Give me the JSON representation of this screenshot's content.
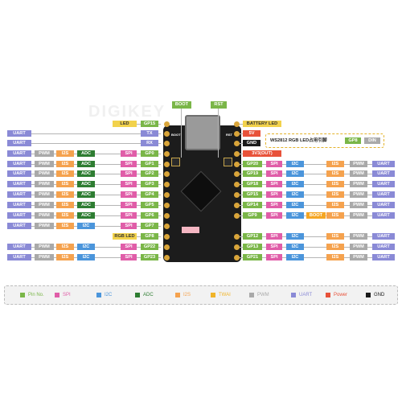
{
  "colors": {
    "UART": "#8a8ad6",
    "PWM": "#a9a9a9",
    "I2S": "#f5a24e",
    "ADC": "#2e7d32",
    "SPI": "#e05da8",
    "I2C": "#4b95db",
    "GP": "#7ab648",
    "LED": "#f2d24c",
    "Power": "#e8523a",
    "GND": "#1a1a1a",
    "BOOT": "#f5a623",
    "RST": "#2b2b2b",
    "TWAI": "#f0b429"
  },
  "top_buttons": [
    {
      "text": "BOOT",
      "kind": "GP"
    },
    {
      "text": "RST",
      "kind": "GP"
    }
  ],
  "board_text": {
    "boot": "BOOT",
    "rst": "RST"
  },
  "left_rows": [
    [
      {
        "t": "LED",
        "k": "LED"
      },
      {
        "t": "GP15",
        "k": "GP"
      }
    ],
    [
      {
        "t": "UART",
        "k": "UART"
      },
      {
        "t": "TX",
        "k": "UART"
      }
    ],
    [
      {
        "t": "UART",
        "k": "UART"
      },
      {
        "t": "RX",
        "k": "UART"
      }
    ],
    [
      {
        "t": "UART",
        "k": "UART"
      },
      {
        "t": "PWM",
        "k": "PWM"
      },
      {
        "t": "I2S",
        "k": "I2S"
      },
      {
        "t": "ADC",
        "k": "ADC"
      },
      {
        "t": "SPI",
        "k": "SPI"
      },
      {
        "t": "GP0",
        "k": "GP"
      }
    ],
    [
      {
        "t": "UART",
        "k": "UART"
      },
      {
        "t": "PWM",
        "k": "PWM"
      },
      {
        "t": "I2S",
        "k": "I2S"
      },
      {
        "t": "ADC",
        "k": "ADC"
      },
      {
        "t": "SPI",
        "k": "SPI"
      },
      {
        "t": "GP1",
        "k": "GP"
      }
    ],
    [
      {
        "t": "UART",
        "k": "UART"
      },
      {
        "t": "PWM",
        "k": "PWM"
      },
      {
        "t": "I2S",
        "k": "I2S"
      },
      {
        "t": "ADC",
        "k": "ADC"
      },
      {
        "t": "SPI",
        "k": "SPI"
      },
      {
        "t": "GP2",
        "k": "GP"
      }
    ],
    [
      {
        "t": "UART",
        "k": "UART"
      },
      {
        "t": "PWM",
        "k": "PWM"
      },
      {
        "t": "I2S",
        "k": "I2S"
      },
      {
        "t": "ADC",
        "k": "ADC"
      },
      {
        "t": "SPI",
        "k": "SPI"
      },
      {
        "t": "GP3",
        "k": "GP"
      }
    ],
    [
      {
        "t": "UART",
        "k": "UART"
      },
      {
        "t": "PWM",
        "k": "PWM"
      },
      {
        "t": "I2S",
        "k": "I2S"
      },
      {
        "t": "ADC",
        "k": "ADC"
      },
      {
        "t": "SPI",
        "k": "SPI"
      },
      {
        "t": "GP4",
        "k": "GP"
      }
    ],
    [
      {
        "t": "UART",
        "k": "UART"
      },
      {
        "t": "PWM",
        "k": "PWM"
      },
      {
        "t": "I2S",
        "k": "I2S"
      },
      {
        "t": "ADC",
        "k": "ADC"
      },
      {
        "t": "SPI",
        "k": "SPI"
      },
      {
        "t": "GP5",
        "k": "GP"
      }
    ],
    [
      {
        "t": "UART",
        "k": "UART"
      },
      {
        "t": "PWM",
        "k": "PWM"
      },
      {
        "t": "I2S",
        "k": "I2S"
      },
      {
        "t": "ADC",
        "k": "ADC"
      },
      {
        "t": "SPI",
        "k": "SPI"
      },
      {
        "t": "GP6",
        "k": "GP"
      }
    ],
    [
      {
        "t": "UART",
        "k": "UART"
      },
      {
        "t": "PWM",
        "k": "PWM"
      },
      {
        "t": "I2S",
        "k": "I2S"
      },
      {
        "t": "I2C",
        "k": "I2C"
      },
      {
        "t": "SPI",
        "k": "SPI"
      },
      {
        "t": "GP7",
        "k": "GP"
      }
    ],
    [
      {
        "t": "RGB LED",
        "k": "LED"
      },
      {
        "t": "GP8",
        "k": "GP"
      }
    ],
    [
      {
        "t": "UART",
        "k": "UART"
      },
      {
        "t": "PWM",
        "k": "PWM"
      },
      {
        "t": "I2S",
        "k": "I2S"
      },
      {
        "t": "I2C",
        "k": "I2C"
      },
      {
        "t": "SPI",
        "k": "SPI"
      },
      {
        "t": "GP22",
        "k": "GP"
      }
    ],
    [
      {
        "t": "UART",
        "k": "UART"
      },
      {
        "t": "PWM",
        "k": "PWM"
      },
      {
        "t": "I2S",
        "k": "I2S"
      },
      {
        "t": "I2C",
        "k": "I2C"
      },
      {
        "t": "SPI",
        "k": "SPI"
      },
      {
        "t": "GP23",
        "k": "GP"
      }
    ]
  ],
  "right_rows": [
    [
      {
        "t": "BATTERY LED",
        "k": "LED"
      }
    ],
    [
      {
        "t": "5V",
        "k": "Power"
      }
    ],
    [
      {
        "t": "GND",
        "k": "GND"
      }
    ],
    [
      {
        "t": "3V3(OUT)",
        "k": "Power"
      }
    ],
    [
      {
        "t": "GP20",
        "k": "GP"
      },
      {
        "t": "SPI",
        "k": "SPI"
      },
      {
        "t": "I2C",
        "k": "I2C"
      },
      {
        "t": "I2S",
        "k": "I2S"
      },
      {
        "t": "PWM",
        "k": "PWM"
      },
      {
        "t": "UART",
        "k": "UART"
      }
    ],
    [
      {
        "t": "GP19",
        "k": "GP"
      },
      {
        "t": "SPI",
        "k": "SPI"
      },
      {
        "t": "I2C",
        "k": "I2C"
      },
      {
        "t": "I2S",
        "k": "I2S"
      },
      {
        "t": "PWM",
        "k": "PWM"
      },
      {
        "t": "UART",
        "k": "UART"
      }
    ],
    [
      {
        "t": "GP18",
        "k": "GP"
      },
      {
        "t": "SPI",
        "k": "SPI"
      },
      {
        "t": "I2C",
        "k": "I2C"
      },
      {
        "t": "I2S",
        "k": "I2S"
      },
      {
        "t": "PWM",
        "k": "PWM"
      },
      {
        "t": "UART",
        "k": "UART"
      }
    ],
    [
      {
        "t": "GP15",
        "k": "GP"
      },
      {
        "t": "SPI",
        "k": "SPI"
      },
      {
        "t": "I2C",
        "k": "I2C"
      },
      {
        "t": "I2S",
        "k": "I2S"
      },
      {
        "t": "PWM",
        "k": "PWM"
      },
      {
        "t": "UART",
        "k": "UART"
      }
    ],
    [
      {
        "t": "GP14",
        "k": "GP"
      },
      {
        "t": "SPI",
        "k": "SPI"
      },
      {
        "t": "I2C",
        "k": "I2C"
      },
      {
        "t": "I2S",
        "k": "I2S"
      },
      {
        "t": "PWM",
        "k": "PWM"
      },
      {
        "t": "UART",
        "k": "UART"
      }
    ],
    [
      {
        "t": "GP9",
        "k": "GP"
      },
      {
        "t": "SPI",
        "k": "SPI"
      },
      {
        "t": "I2C",
        "k": "I2C"
      },
      {
        "t": "BOOT",
        "k": "BOOT"
      },
      {
        "t": "I2S",
        "k": "I2S"
      },
      {
        "t": "PWM",
        "k": "PWM"
      },
      {
        "t": "UART",
        "k": "UART"
      }
    ],
    [
      {
        "t": "GP12",
        "k": "GP"
      },
      {
        "t": "SPI",
        "k": "SPI"
      },
      {
        "t": "I2C",
        "k": "I2C"
      },
      {
        "t": "I2S",
        "k": "I2S"
      },
      {
        "t": "PWM",
        "k": "PWM"
      },
      {
        "t": "UART",
        "k": "UART"
      }
    ],
    [
      {
        "t": "GP13",
        "k": "GP"
      },
      {
        "t": "SPI",
        "k": "SPI"
      },
      {
        "t": "I2C",
        "k": "I2C"
      },
      {
        "t": "I2S",
        "k": "I2S"
      },
      {
        "t": "PWM",
        "k": "PWM"
      },
      {
        "t": "UART",
        "k": "UART"
      }
    ],
    [
      {
        "t": "GP21",
        "k": "GP"
      },
      {
        "t": "SPI",
        "k": "SPI"
      },
      {
        "t": "I2C",
        "k": "I2C"
      },
      {
        "t": "I2S",
        "k": "I2S"
      },
      {
        "t": "PWM",
        "k": "PWM"
      },
      {
        "t": "UART",
        "k": "UART"
      }
    ]
  ],
  "led_note": {
    "text": "WS2812 RGB LED占用引脚",
    "pin": "GP8",
    "din": "DIN"
  },
  "legend": [
    {
      "t": "Pin No.",
      "k": "GP"
    },
    {
      "t": "SPI",
      "k": "SPI"
    },
    {
      "t": "I2C",
      "k": "I2C"
    },
    {
      "t": "ADC",
      "k": "ADC"
    },
    {
      "t": "I2S",
      "k": "I2S"
    },
    {
      "t": "TWAI",
      "k": "TWAI"
    },
    {
      "t": "PWM",
      "k": "PWM"
    },
    {
      "t": "UART",
      "k": "UART"
    },
    {
      "t": "Power",
      "k": "Power"
    },
    {
      "t": "GND",
      "k": "GND"
    }
  ]
}
